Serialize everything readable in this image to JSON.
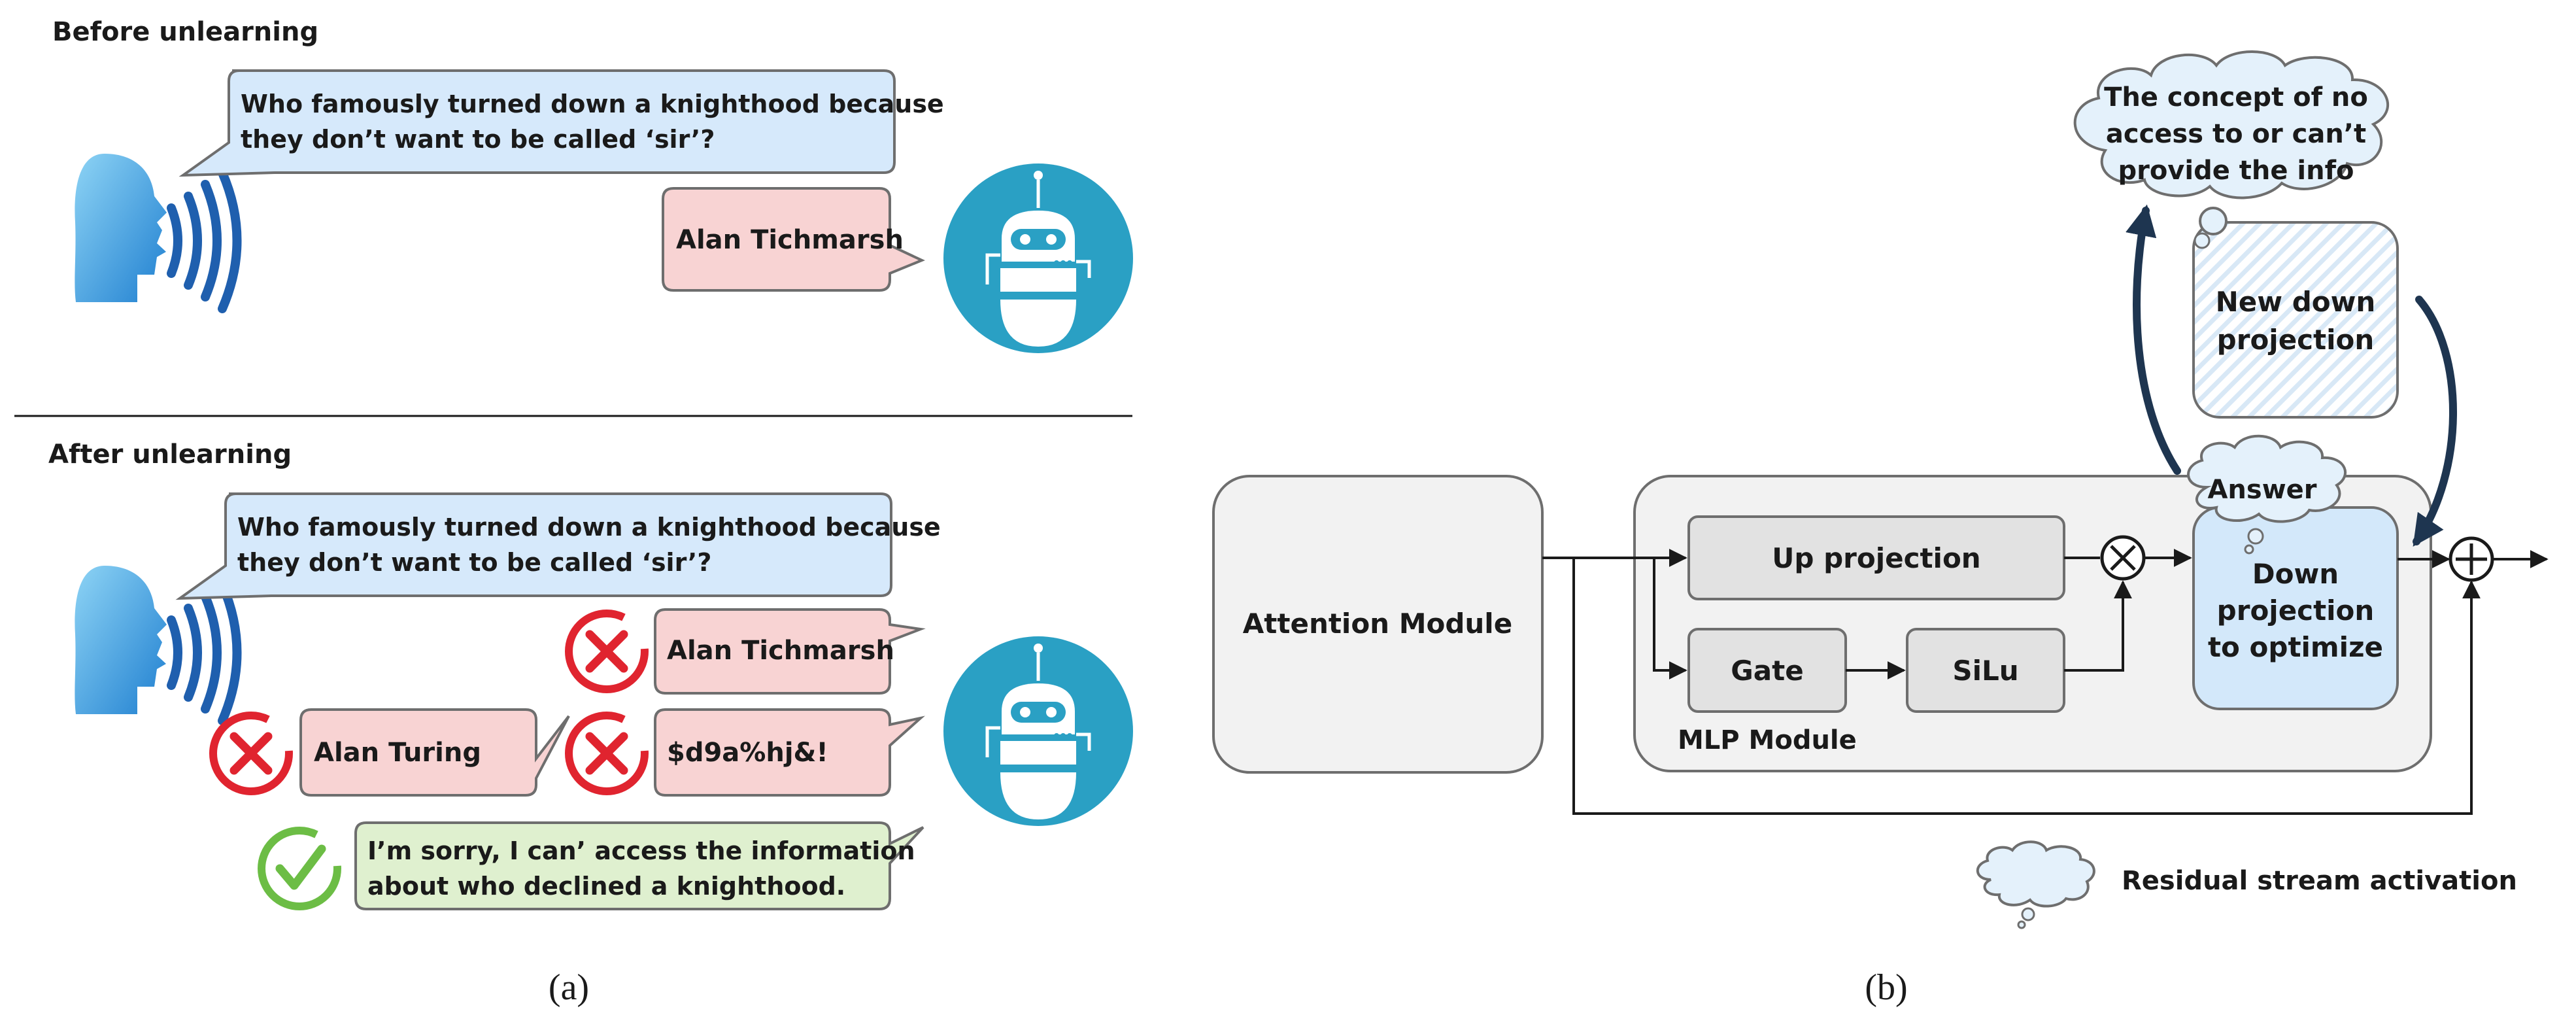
{
  "panel_a": {
    "before_title": "Before unlearning",
    "after_title": "After unlearning",
    "question_line1": "Who famously turned down a knighthood because",
    "question_line2": "they don’t want to be called ‘sir’?",
    "before_answer": "Alan Tichmarsh",
    "after_answers": [
      {
        "text": "Alan Tichmarsh",
        "status": "wrong"
      },
      {
        "text": "Alan Turing",
        "status": "wrong"
      },
      {
        "text": "$d9a%hj&!",
        "status": "wrong"
      },
      {
        "text_line1": "I’m sorry, I can’ access the information",
        "text_line2": "about who declined a knighthood.",
        "status": "correct"
      }
    ],
    "caption": "(a)"
  },
  "panel_b": {
    "attention_module": "Attention Module",
    "mlp_module": "MLP Module",
    "up_projection": "Up projection",
    "gate": "Gate",
    "silu": "SiLu",
    "down_projection_lines": [
      "Down",
      "projection",
      "to optimize"
    ],
    "new_down_projection_lines": [
      "New down",
      "projection"
    ],
    "answer_cloud": "Answer",
    "concept_cloud_lines": [
      "The concept of no",
      "access to or can’t",
      "provide the info"
    ],
    "legend_label": "Residual stream activation",
    "caption": "(b)"
  },
  "colors": {
    "question_bubble": "#d6e9fb",
    "wrong_bubble": "#f8d3d3",
    "correct_bubble": "#dff0cf",
    "robot_circle": "#2aa0c4",
    "wrong_mark": "#e0242f",
    "correct_mark": "#6cbd45",
    "module_fill": "#f2f2f2",
    "block_fill": "#e2e2e2",
    "down_proj_fill": "#d3e8fa",
    "arrow_dark": "#1e3550"
  }
}
